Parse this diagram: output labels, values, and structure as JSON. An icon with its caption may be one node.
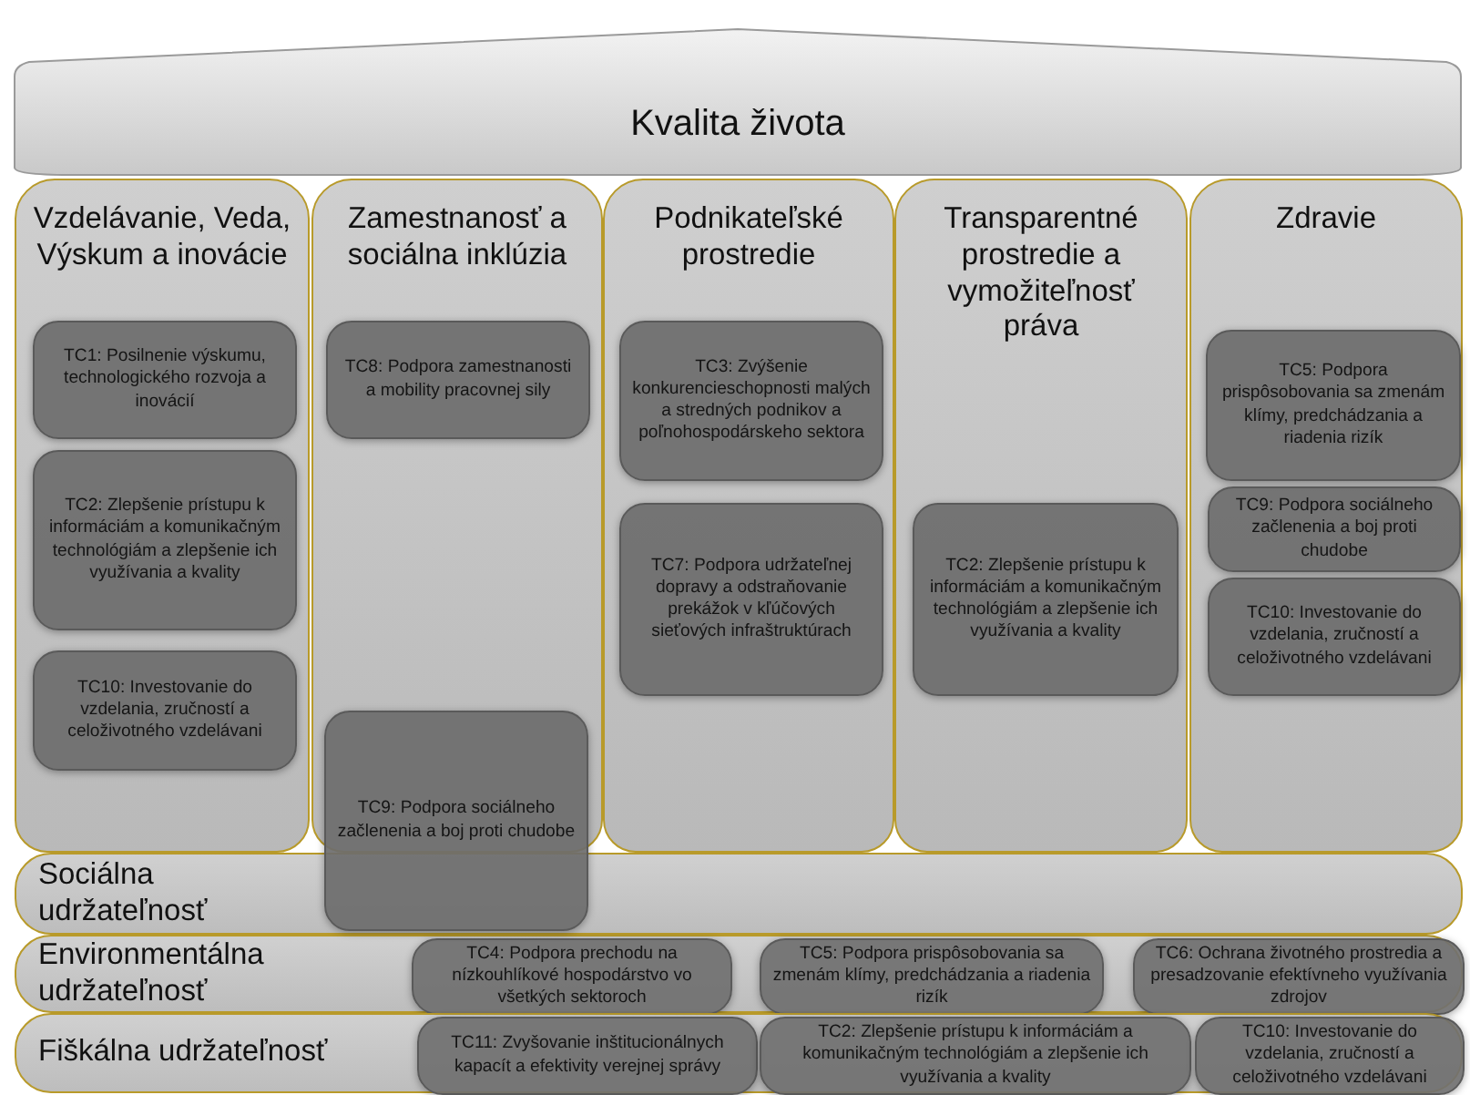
{
  "diagram": {
    "nodes": [
      {
        "text": [
          "Kvalita života"
        ]
      },
      {
        "text": [
          "Vzdelávanie, Veda, Výskum a inovácie"
        ]
      },
      {
        "text": [
          "TC1: Posilnenie výskumu, technologického rozvoja a inovácií"
        ],
        "in": 1
      },
      {
        "text": [
          "TC2: Zlepšenie prístupu k informáciám a komunikačným technológiám a zlepšenie ich využívania a kvality"
        ],
        "in": 1
      },
      {
        "text": [
          "TC10: Investovanie do vzdelania, zručností a celoživotného vzdelávani"
        ],
        "in": 1
      },
      {
        "text": [
          "Zamestnanosť a sociálna inklúzia"
        ]
      },
      {
        "text": [
          "TC8: Podpora zamestnanosti a mobility pracovnej sily"
        ],
        "in": 5
      },
      {
        "text": [
          "TC9: Podpora sociálneho začlenenia a boj proti chudobe"
        ]
      },
      {
        "text": [
          "Podnikateľské prostredie"
        ]
      },
      {
        "text": [
          "TC3: Zvýšenie konkurencieschopnosti malých a stredných podnikov a poľnohospodárskeho sektora"
        ],
        "in": 8
      },
      {
        "text": [
          "TC7: Podpora udržateľnej dopravy a odstraňovanie prekážok v kľúčových sieťových infraštruktúrach"
        ],
        "in": 8
      },
      {
        "text": [
          "Transparentné prostredie a vymožiteľnosť práva"
        ]
      },
      {
        "text": [
          "TC2: Zlepšenie prístupu k informáciám a komunikačným technológiám a zlepšenie ich využívania a kvality"
        ],
        "in": 11
      },
      {
        "text": [
          "Zdravie"
        ]
      },
      {
        "text": [
          "TC5: Podpora prispôsobovania sa zmenám klímy, predchádzania a riadenia rizík"
        ],
        "in": 13
      },
      {
        "text": [
          "TC9: Podpora sociálneho začlenenia a boj proti chudobe"
        ],
        "in": 13
      },
      {
        "text": [
          "TC10: Investovanie do vzdelania, zručností a celoživotného vzdelávani"
        ],
        "in": 13
      },
      {
        "text": [
          "Sociálna udržateľnosť"
        ]
      },
      {
        "text": [
          "Environmentálna udržateľnosť"
        ]
      },
      {
        "text": [
          "TC4: Podpora prechodu na nízkouhlíkové hospodárstvo vo všetkých sektoroch"
        ],
        "in": 18
      },
      {
        "text": [
          "TC5: Podpora prispôsobovania sa zmenám klímy, predchádzania a riadenia rizík"
        ],
        "in": 18
      },
      {
        "text": [
          "TC6: Ochrana životného prostredia a presadzovanie efektívneho využívania zdrojov"
        ],
        "in": 18
      },
      {
        "text": [
          "Fiškálna udržateľnosť"
        ]
      },
      {
        "text": [
          "TC11: Zvyšovanie inštitucionálnych kapacít a efektivity verejnej správy"
        ],
        "in": 22
      },
      {
        "text": [
          "TC2: Zlepšenie prístupu k informáciám a komunikačným technológiám a zlepšenie ich využívania a kvality"
        ],
        "in": 22
      },
      {
        "text": [
          "TC10: Investovanie do vzdelania, zručností a celoživotného vzdelávani"
        ],
        "in": 22
      }
    ]
  }
}
